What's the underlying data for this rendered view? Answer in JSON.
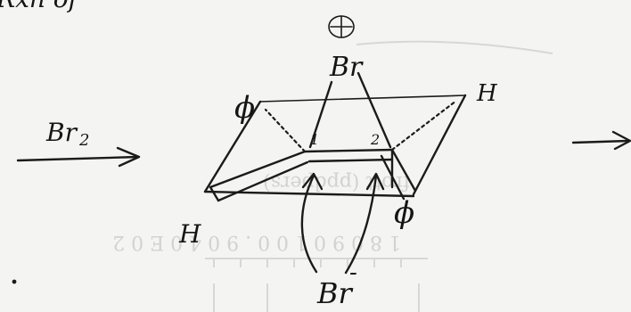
{
  "labels": {
    "partial_top_left": "Rxn of",
    "reagent": "Br",
    "reagent_sub": "2",
    "bridging_atom": "Br",
    "charge": "+",
    "phenyl_top_left": "ϕ",
    "hydrogen_right": "H",
    "carbon_1": "1",
    "carbon_2": "2",
    "hydrogen_bottom_left": "H",
    "phenyl_bottom_right": "ϕ",
    "nucleophile": "Br",
    "nucleophile_charge": "-"
  }
}
